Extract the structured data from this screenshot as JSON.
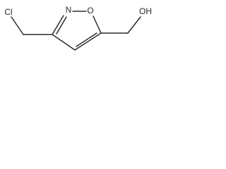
{
  "molecule": {
    "atoms": {
      "chlorine": "Cl",
      "ring_nitrogen": "N",
      "ring_oxygen": "O",
      "hydroxyl": "OH"
    }
  }
}
